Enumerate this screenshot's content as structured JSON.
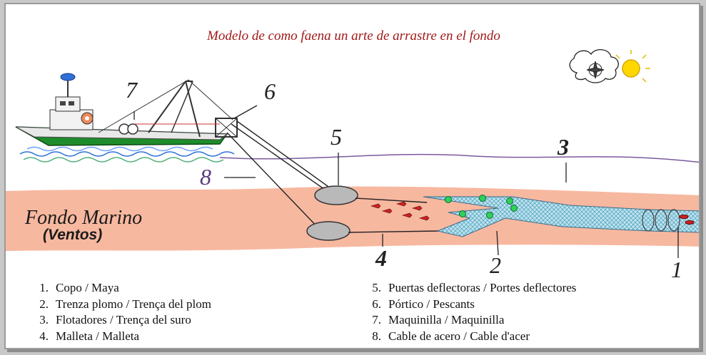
{
  "title": "Modelo de como faena un arte de arrastre en el fondo",
  "seabed": {
    "label": "Fondo Marino",
    "sublabel": "(Ventos)"
  },
  "callouts": [
    {
      "number": "1"
    },
    {
      "number": "2"
    },
    {
      "number": "3"
    },
    {
      "number": "4"
    },
    {
      "number": "5"
    },
    {
      "number": "6"
    },
    {
      "number": "7"
    },
    {
      "number": "8"
    }
  ],
  "legend": {
    "left": [
      {
        "num": "1.",
        "text": "Copo / Maya"
      },
      {
        "num": "2.",
        "text": "Trenza plomo / Trença del plom"
      },
      {
        "num": "3.",
        "text": "Flotadores / Trença del suro"
      },
      {
        "num": "4.",
        "text": "Malleta / Malleta"
      }
    ],
    "right": [
      {
        "num": "5.",
        "text": "Puertas deflectoras / Portes deflectores"
      },
      {
        "num": "6.",
        "text": "Pórtico / Pescants"
      },
      {
        "num": "7.",
        "text": "Maquinilla / Maquinilla"
      },
      {
        "num": "8.",
        "text": "Cable de acero / Cable d'acer"
      }
    ]
  },
  "colors": {
    "title": "#a01818",
    "seabed": "#f7b8a0",
    "hull": "#1e8c2a",
    "net": "#a8d4e0",
    "float": "#2fd15a",
    "sea_line": "#7a5a9c"
  },
  "icons": [
    "ship-icon",
    "compass-rose-icon",
    "sun-icon",
    "cloud-icon",
    "fish-icon"
  ]
}
